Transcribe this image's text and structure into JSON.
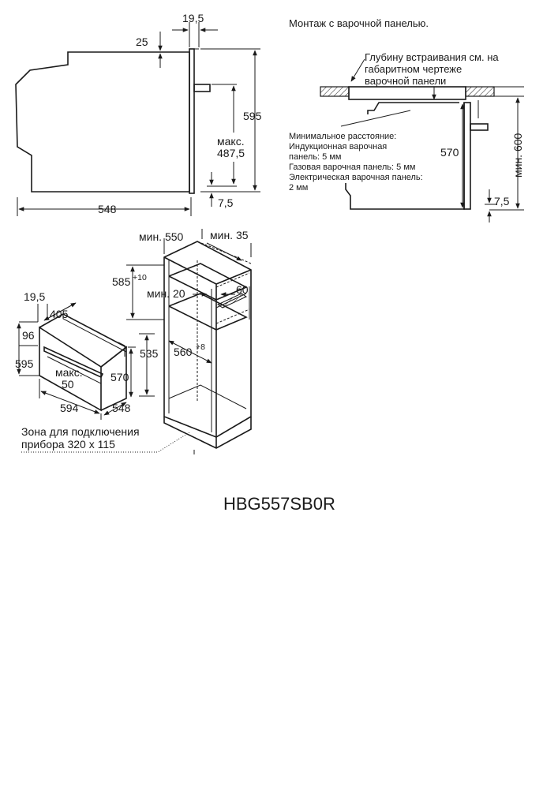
{
  "model_name": "HBG557SB0R",
  "side_view": {
    "dims": {
      "gap_top": "19,5",
      "top_offset": "25",
      "height": "595",
      "max_label": "макс.",
      "max_value": "487,5",
      "bottom_offset": "7,5",
      "depth": "548"
    }
  },
  "hob_view": {
    "title": "Монтаж с варочной панелью.",
    "depth_note": [
      "Глубину встраивания см. на",
      "габаритном чертеже",
      "варочной панели"
    ],
    "min_distance": [
      "Минимальное расстояние:",
      "Индукционная варочная",
      "панель: 5 мм",
      "Газовая варочная панель: 5 мм",
      "Электрическая варочная панель:",
      "2 мм"
    ],
    "dims": {
      "inner_height": "570",
      "min_height": "мин. 600",
      "bottom_offset": "7,5"
    }
  },
  "iso_view": {
    "oven_dims": {
      "front_gap": "19,5",
      "top_depth": "405",
      "top_height": "96",
      "height": "595",
      "max_label": "макс.",
      "max_value": "50",
      "inner_height": "570",
      "width": "594",
      "depth": "548",
      "side_height": "535"
    },
    "cabinet_dims": {
      "min_depth": "мин. 550",
      "min_back": "мин. 35",
      "niche_height": "585",
      "niche_height_tol": "+10",
      "min_gap": "мин. 20",
      "vent": "60",
      "niche_width": "560",
      "niche_width_tol": "+8"
    },
    "connection_zone": [
      "Зона для подключения",
      "прибора 320 x 115"
    ]
  }
}
